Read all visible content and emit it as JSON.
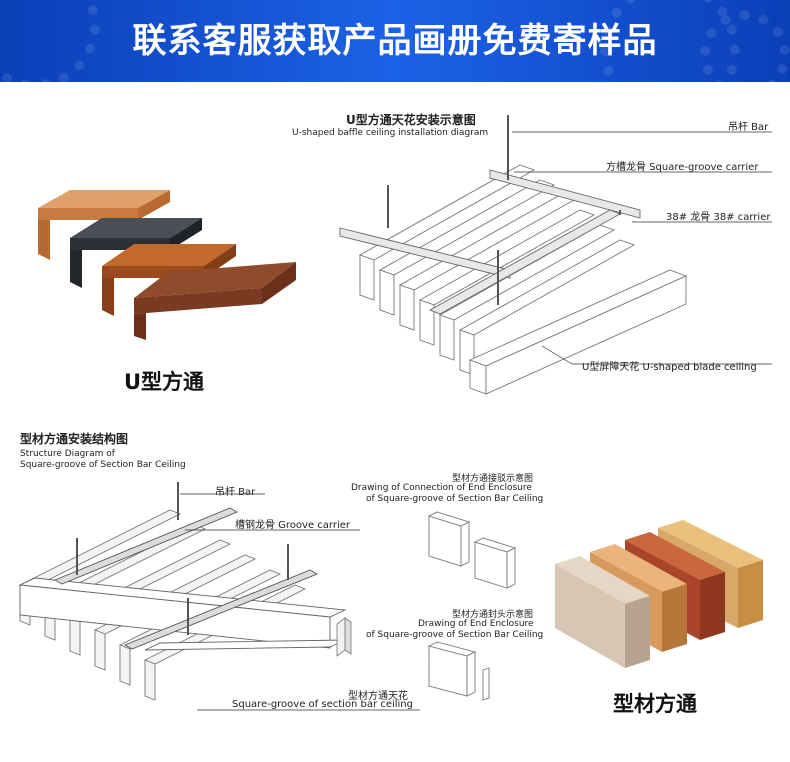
{
  "banner": {
    "title": "联系客服获取产品画册免费寄样品"
  },
  "u_section": {
    "product_label": "U型方通",
    "diagram_title_cn": "U型方通天花安装示意图",
    "diagram_title_en": "U-shaped baffle ceiling installation diagram",
    "callouts": {
      "bar": "吊杆 Bar",
      "square_groove_carrier": "方槽龙骨 Square-groove carrier",
      "carrier_38": "38# 龙骨 38# carrier",
      "blade_ceiling": "U型屏障天花 U-shaped blade ceiling"
    },
    "colors": [
      "#c97a3e",
      "#2c2f35",
      "#9a4a1c",
      "#7a3a22"
    ]
  },
  "section_bar": {
    "product_label": "型材方通",
    "title_cn": "型材方通安装结构图",
    "title_en_1": "Structure Diagram of",
    "title_en_2": "Square-groove of Section Bar Ceiling",
    "callouts": {
      "bar": "吊杆 Bar",
      "groove_carrier": "槽钢龙骨 Groove carrier",
      "ceiling_cn": "型材方通天花",
      "ceiling_en": "Square-groove of section bar ceiling"
    },
    "connection": {
      "cn": "型材方通接驳示意图",
      "en_1": "Drawing of Connection of End Enclosure",
      "en_2": "of Square-groove of Section Bar Ceiling"
    },
    "enclosure": {
      "cn": "型材方通封头示意图",
      "en_1": "Drawing of End Enclosure",
      "en_2": "of Square-groove of Section Bar Ceiling"
    },
    "colors": [
      "#d8c6b4",
      "#d79a5c",
      "#a8452a",
      "#d9a866"
    ]
  }
}
